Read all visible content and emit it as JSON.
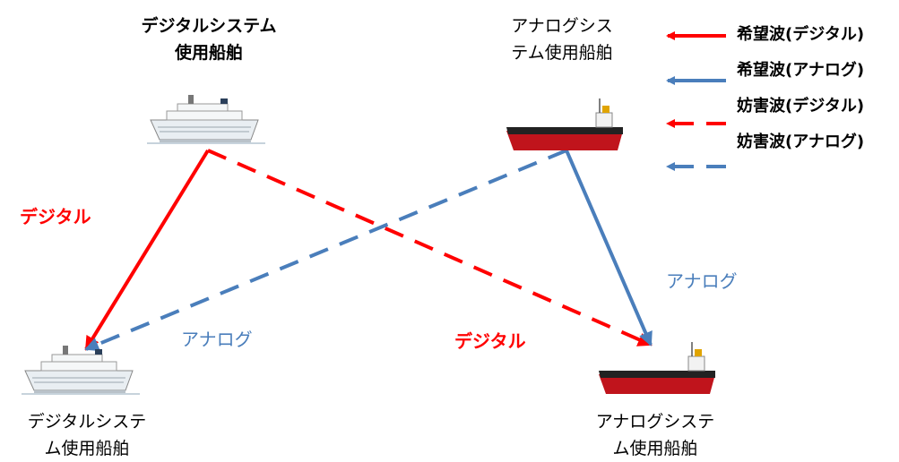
{
  "ships": {
    "digital_tx": {
      "line1": "デジタルシステム",
      "line2": "使用船舶"
    },
    "analog_tx": {
      "line1": "アナログシス",
      "line2": "テム使用船舶"
    },
    "digital_rx": {
      "line1": "デジタルシステ",
      "line2": "ム使用船舶"
    },
    "analog_rx": {
      "line1": "アナログシステ",
      "line2": "ム使用船舶"
    }
  },
  "links": {
    "digital_desired": "デジタル",
    "analog_to_digital": "アナログ",
    "digital_to_analog": "デジタル",
    "analog_desired": "アナログ"
  },
  "legend": [
    {
      "label": "希望波(デジタル)",
      "color": "#ff0000",
      "style": "solid"
    },
    {
      "label": "希望波(アナログ)",
      "color": "#4a7ebb",
      "style": "solid"
    },
    {
      "label": "妨害波(デジタル)",
      "color": "#ff0000",
      "style": "dashed"
    },
    {
      "label": "妨害波(アナログ)",
      "color": "#4a7ebb",
      "style": "dashed"
    }
  ],
  "colors": {
    "digital": "#ff0000",
    "analog": "#4a7ebb",
    "tanker_hull": "#c0141c",
    "tanker_deck": "#222222"
  },
  "icons": {
    "passenger_ship": "passenger-ship-icon",
    "tanker_ship": "tanker-ship-icon"
  }
}
